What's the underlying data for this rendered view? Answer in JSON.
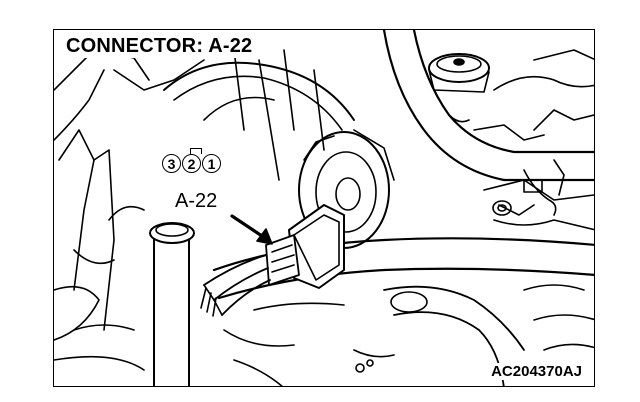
{
  "diagram": {
    "title": "CONNECTOR: A-22",
    "connector_label": "A-22",
    "pins": [
      "3",
      "2",
      "1"
    ],
    "figure_code": "AC204370AJ"
  }
}
